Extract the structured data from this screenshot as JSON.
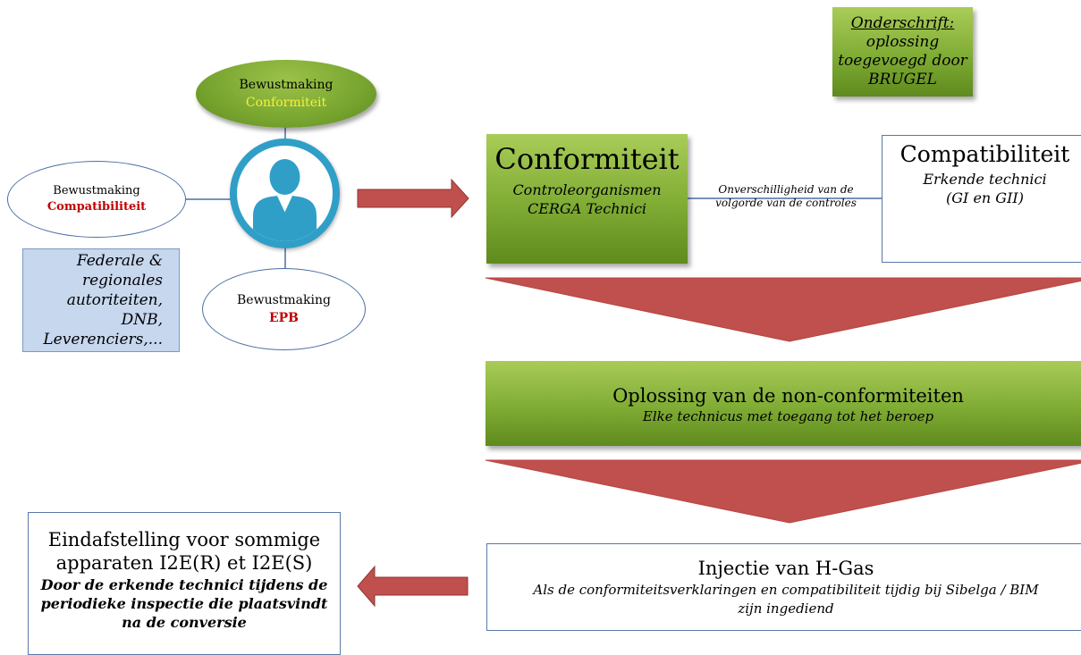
{
  "caption": {
    "heading": "Onderschrift:",
    "lines": [
      "oplossing",
      "toegevoegd door",
      "BRUGEL"
    ]
  },
  "awareness": {
    "conformity": {
      "line1": "Bewustmaking",
      "line2": "Conformiteit"
    },
    "compatibility": {
      "line1": "Bewustmaking",
      "line2": "Compatibiliteit"
    },
    "epb": {
      "line1": "Bewustmaking",
      "line2": "EPB"
    }
  },
  "authorities": [
    "Federale &",
    "regionales",
    "autoriteiten,",
    "DNB,",
    "Leverenciers,..."
  ],
  "conformity_box": {
    "title": "Conformiteit",
    "sub1": "Controleorganismen",
    "sub2": "CERGA Technici"
  },
  "link_label": {
    "line1": "Onverschilligheid van de",
    "line2": "volgorde van de controles"
  },
  "compatibility_box": {
    "title": "Compatibiliteit",
    "sub1": "Erkende technici",
    "sub2": "(GI en GII)"
  },
  "resolution_box": {
    "title": "Oplossing van de non-conformiteiten",
    "sub": "Elke technicus met toegang tot het beroep"
  },
  "injection_box": {
    "title": "Injectie van H-Gas",
    "sub1": "Als de conformiteitsverklaringen en compatibiliteit tijdig bij Sibelga / BIM",
    "sub2": "zijn ingediend"
  },
  "final_box": {
    "title1": "Eindafstelling voor sommige",
    "title2": "apparaten I2E(R) et I2E(S)",
    "sub": [
      "Door de erkende technici tijdens de",
      "periodieke inspectie die plaatsvindt",
      "na de conversie"
    ]
  },
  "colors": {
    "green": "#7fac34",
    "arrow_red": "#c0504d",
    "person_blue": "#2f9fc8",
    "highlight_yellow": "#f7f03a",
    "label_red": "#c00000",
    "authorities_fill": "#c6d7ee"
  },
  "icons": [
    "person-icon",
    "right-arrow-icon",
    "down-arrow-icon",
    "left-arrow-icon"
  ]
}
